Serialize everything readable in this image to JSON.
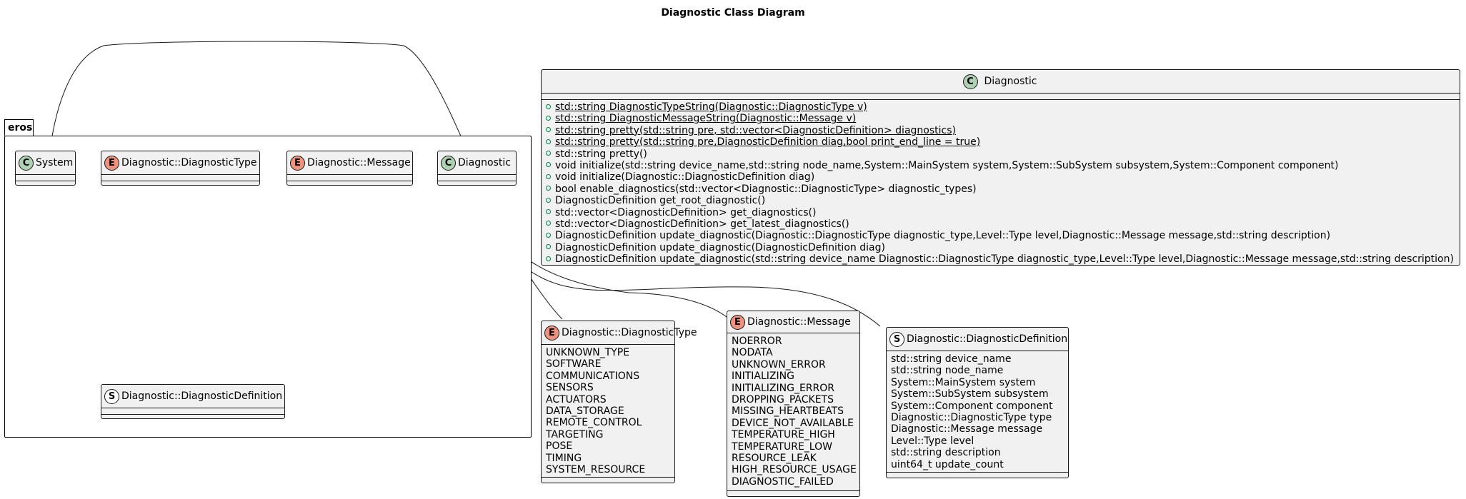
{
  "title": "Diagnostic Class Diagram",
  "package": {
    "name": "eros"
  },
  "package_boxes": {
    "system": {
      "stereotype": "C",
      "name": "System"
    },
    "diagnostic_type": {
      "stereotype": "E",
      "name": "Diagnostic::DiagnosticType"
    },
    "message": {
      "stereotype": "E",
      "name": "Diagnostic::Message"
    },
    "diagnostic": {
      "stereotype": "C",
      "name": "Diagnostic"
    },
    "definition": {
      "stereotype": "S",
      "name": "Diagnostic::DiagnosticDefinition"
    }
  },
  "diagnostic_class": {
    "stereotype": "C",
    "name": "Diagnostic",
    "methods": [
      "std::string DiagnosticTypeString(Diagnostic::DiagnosticType v)",
      "std::string DiagnosticMessageString(Diagnostic::Message v)",
      "std::string pretty(std::string pre, std::vector<DiagnosticDefinition> diagnostics)",
      "std::string pretty(std::string pre,DiagnosticDefinition diag,bool print_end_line = true)",
      "std::string pretty()",
      "void initialize(std::string device_name,std::string node_name,System::MainSystem system,System::SubSystem subsystem,System::Component component)",
      "void initialize(Diagnostic::DiagnosticDefinition diag)",
      "bool enable_diagnostics(std::vector<Diagnostic::DiagnosticType> diagnostic_types)",
      "DiagnosticDefinition get_root_diagnostic()",
      "std::vector<DiagnosticDefinition> get_diagnostics()",
      "std::vector<DiagnosticDefinition> get_latest_diagnostics()",
      "DiagnosticDefinition update_diagnostic(Diagnostic::DiagnosticType diagnostic_type,Level::Type level,Diagnostic::Message message,std::string description)",
      "DiagnosticDefinition update_diagnostic(DiagnosticDefinition diag)",
      "DiagnosticDefinition update_diagnostic(std::string device_name Diagnostic::DiagnosticType diagnostic_type,Level::Type level,Diagnostic::Message message,std::string description)"
    ]
  },
  "diagnostic_type_enum": {
    "stereotype": "E",
    "name": "Diagnostic::DiagnosticType",
    "values": [
      "UNKNOWN_TYPE",
      "SOFTWARE",
      "COMMUNICATIONS",
      "SENSORS",
      "ACTUATORS",
      "DATA_STORAGE",
      "REMOTE_CONTROL",
      "TARGETING",
      "POSE",
      "TIMING",
      "SYSTEM_RESOURCE"
    ]
  },
  "message_enum": {
    "stereotype": "E",
    "name": "Diagnostic::Message",
    "values": [
      "NOERROR",
      "NODATA",
      "UNKNOWN_ERROR",
      "INITIALIZING",
      "INITIALIZING_ERROR",
      "DROPPING_PACKETS",
      "MISSING_HEARTBEATS",
      "DEVICE_NOT_AVAILABLE",
      "TEMPERATURE_HIGH",
      "TEMPERATURE_LOW",
      "RESOURCE_LEAK",
      "HIGH_RESOURCE_USAGE",
      "DIAGNOSTIC_FAILED"
    ]
  },
  "definition_struct": {
    "stereotype": "S",
    "name": "Diagnostic::DiagnosticDefinition",
    "fields": [
      "std::string device_name",
      "std::string node_name",
      "System::MainSystem system",
      "System::SubSystem subsystem",
      "System::Component component",
      "Diagnostic::DiagnosticType type",
      "Diagnostic::Message message",
      "Level::Type level",
      "std::string description",
      "uint64_t update_count"
    ]
  },
  "colors": {
    "class_badge": "#add1b2",
    "enum_badge": "#eb937f",
    "struct_badge": "#ffffff",
    "box_fill": "#f1f1f1",
    "public_marker": "#038048"
  }
}
